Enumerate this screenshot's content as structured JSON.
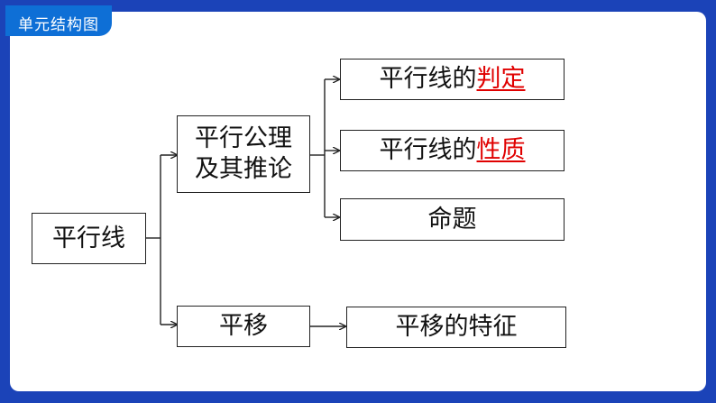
{
  "header": {
    "title": "单元结构图"
  },
  "diagram": {
    "root": "平行线",
    "branch_a": {
      "line1": "平行公理",
      "line2": "及其推论"
    },
    "branch_b": "平移",
    "leaf_judge": {
      "prefix": "平行线的",
      "highlight": "判定"
    },
    "leaf_property": {
      "prefix": "平行线的",
      "highlight": "性质"
    },
    "leaf_proposition": "命题",
    "leaf_translation": "平移的特征",
    "colors": {
      "highlight": "#e00000",
      "frame": "#1b43b8",
      "tab": "#0e6fd6"
    }
  }
}
